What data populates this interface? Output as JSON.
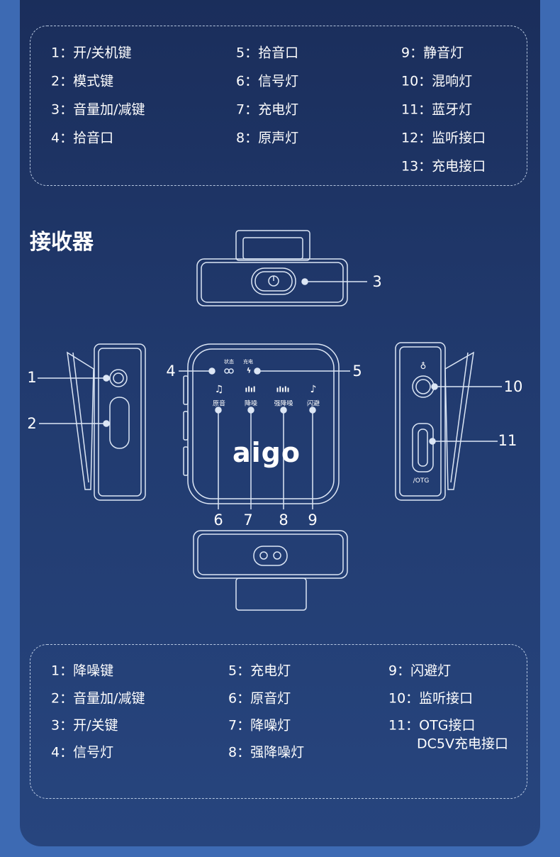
{
  "transmitter_legend": {
    "col1": [
      "1：开/关机键",
      "2：模式键",
      "3：音量加/减键",
      "4：拾音口"
    ],
    "col2": [
      "5：拾音口",
      "6：信号灯",
      "7：充电灯",
      "8：原声灯"
    ],
    "col3": [
      "9：静音灯",
      "10：混响灯",
      "11：蓝牙灯",
      "12：监听接口",
      "13：充电接口"
    ]
  },
  "section_title": "接收器",
  "device": {
    "status_label": "状态",
    "charge_label": "充电",
    "modes": [
      "原音",
      "降噪",
      "强降噪",
      "闪避"
    ],
    "logo": "aigo",
    "otg_label": "/OTG"
  },
  "callouts": [
    "1",
    "2",
    "3",
    "4",
    "5",
    "6",
    "7",
    "8",
    "9",
    "10",
    "11"
  ],
  "receiver_legend": {
    "col1": [
      "1：降噪键",
      "2：音量加/减键",
      "3：开/关键",
      "4：信号灯"
    ],
    "col2": [
      "5：充电灯",
      "6：原音灯",
      "7：降噪灯",
      "8：强降噪灯"
    ],
    "col3": [
      "9：闪避灯",
      "10：监听接口",
      "11：OTG接口",
      "DC5V充电接口"
    ]
  },
  "colors": {
    "outer": "#3d6ab3",
    "panel": "#213a6e",
    "line": "#dce6f5"
  }
}
